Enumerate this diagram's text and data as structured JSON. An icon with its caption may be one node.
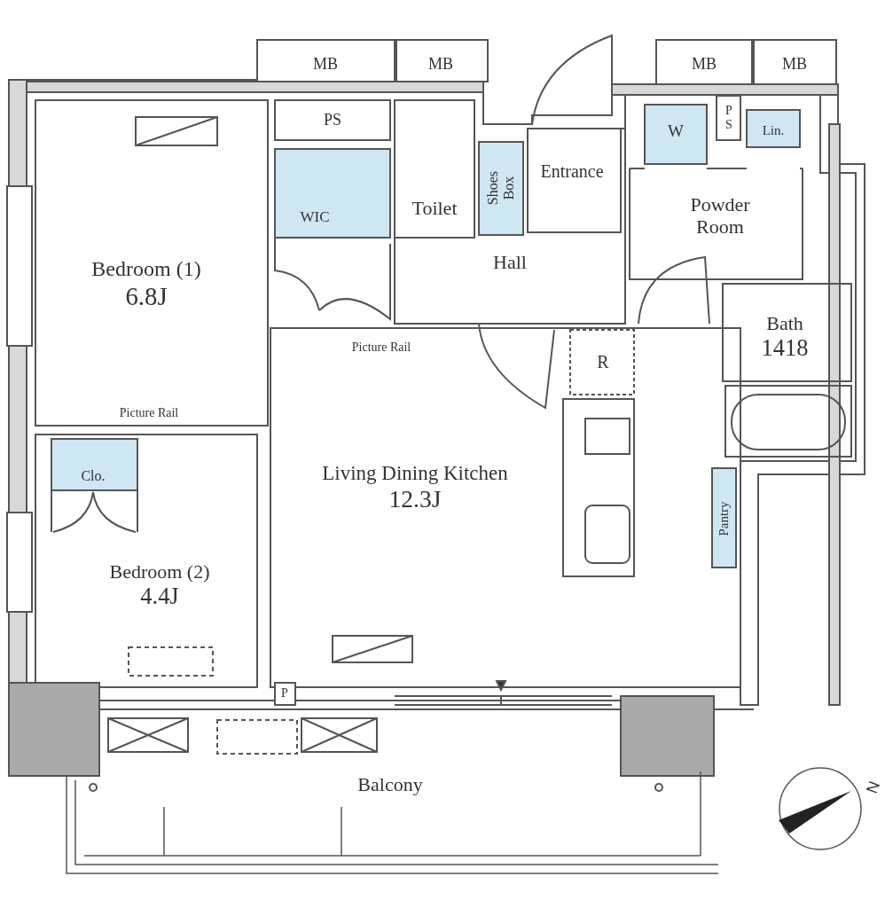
{
  "diagram": {
    "nodes": [
      {
        "text": [
          "MB"
        ]
      },
      {
        "text": [
          "MB"
        ]
      },
      {
        "text": [
          "MB"
        ]
      },
      {
        "text": [
          "MB"
        ]
      },
      {
        "text": [
          "Bedroom (1)",
          "6.8J"
        ]
      },
      {
        "text": [
          "PS"
        ]
      },
      {
        "text": [
          "WIC"
        ]
      },
      {
        "text": [
          "Toilet"
        ]
      },
      {
        "text": [
          "Shoes Box"
        ]
      },
      {
        "text": [
          "Entrance"
        ]
      },
      {
        "text": [
          "W"
        ]
      },
      {
        "text": [
          "PS"
        ]
      },
      {
        "text": [
          "Lin."
        ]
      },
      {
        "text": [
          "Powder Room"
        ]
      },
      {
        "text": [
          "Hall"
        ]
      },
      {
        "text": [
          "Bath",
          "1418"
        ]
      },
      {
        "text": [
          "R"
        ]
      },
      {
        "text": [
          "Living Dining Kitchen",
          "12.3J"
        ]
      },
      {
        "text": [
          "Clo."
        ]
      },
      {
        "text": [
          "Bedroom (2)",
          "4.4J"
        ]
      },
      {
        "text": [
          "Pantry"
        ]
      },
      {
        "text": [
          "P"
        ]
      },
      {
        "text": [
          "Balcony"
        ]
      }
    ],
    "edges": [],
    "labels": [
      "Picture Rail",
      "Picture Rail",
      "N"
    ]
  }
}
